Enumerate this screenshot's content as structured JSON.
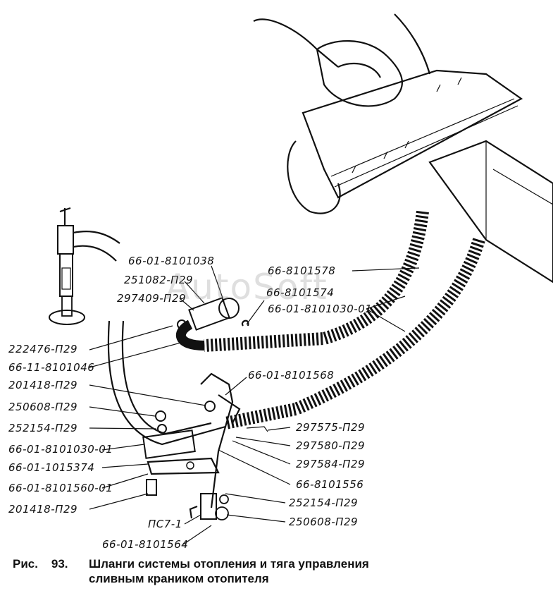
{
  "figure": {
    "prefix": "Рис.",
    "number": "93.",
    "caption_line1": "Шланги системы отопления и тяга управления",
    "caption_line2": "сливным краником отопителя"
  },
  "watermark": "AutoSoft",
  "labels": [
    {
      "id": "l1",
      "text": "66-01-8101038"
    },
    {
      "id": "l2",
      "text": "251082-П29"
    },
    {
      "id": "l3",
      "text": "297409-П29"
    },
    {
      "id": "l4",
      "text": "66-8101578"
    },
    {
      "id": "l5",
      "text": "66-8101574"
    },
    {
      "id": "l6",
      "text": "66-01-8101030-01"
    },
    {
      "id": "l7",
      "text": "222476-П29"
    },
    {
      "id": "l8",
      "text": "66-11-8101046"
    },
    {
      "id": "l9",
      "text": "66-01-8101568"
    },
    {
      "id": "l10",
      "text": "201418-П29"
    },
    {
      "id": "l11",
      "text": "250608-П29"
    },
    {
      "id": "l12",
      "text": "252154-П29"
    },
    {
      "id": "l13",
      "text": "297575-П29"
    },
    {
      "id": "l14",
      "text": "66-01-8101030-01"
    },
    {
      "id": "l15",
      "text": "297580-П29"
    },
    {
      "id": "l16",
      "text": "66-01-1015374"
    },
    {
      "id": "l17",
      "text": "297584-П29"
    },
    {
      "id": "l18",
      "text": "66-01-8101560-01"
    },
    {
      "id": "l19",
      "text": "66-8101556"
    },
    {
      "id": "l20",
      "text": "201418-П29"
    },
    {
      "id": "l21",
      "text": "252154-П29"
    },
    {
      "id": "l22",
      "text": "ПС7-1"
    },
    {
      "id": "l23",
      "text": "250608-П29"
    },
    {
      "id": "l24",
      "text": "66-01-8101564"
    }
  ]
}
